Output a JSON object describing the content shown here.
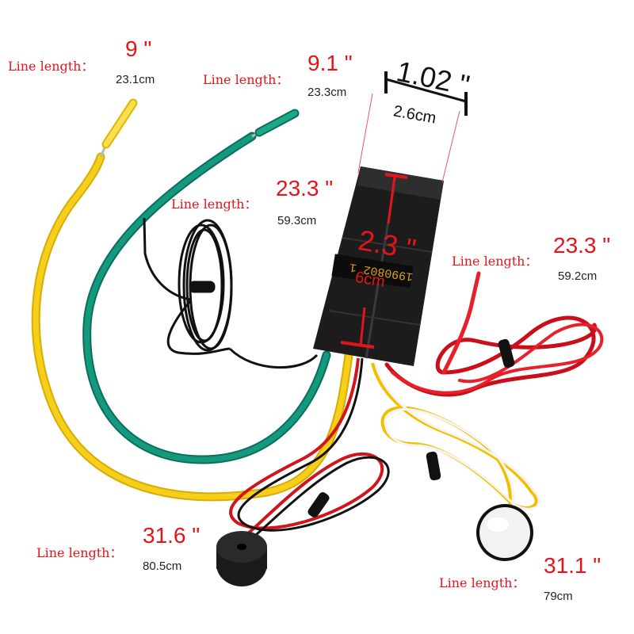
{
  "colors": {
    "label_red": "#e3151a",
    "wire_yellow": "#f2c514",
    "wire_green": "#0f8f76",
    "wire_red": "#e51c24",
    "wire_black": "#111111",
    "module_body": "#1c1c1c"
  },
  "module": {
    "serial": "1990802 1",
    "width_inch": "1.02 \"",
    "width_cm": "2.6cm",
    "length_inch": "2.3 \"",
    "length_cm": "6cm"
  },
  "labels": [
    {
      "id": "yellow",
      "prefix": "Line length：",
      "inches": "9 \"",
      "cm": "23.1cm"
    },
    {
      "id": "green",
      "prefix": "Line length：",
      "inches": "9.1 \"",
      "cm": "23.3cm"
    },
    {
      "id": "black",
      "prefix": "Line length：",
      "inches": "23.3 \"",
      "cm": "59.3cm"
    },
    {
      "id": "red",
      "prefix": "Line length：",
      "inches": "23.3 \"",
      "cm": "59.2cm"
    },
    {
      "id": "buzzer",
      "prefix": "Line length：",
      "inches": "31.6 \"",
      "cm": "80.5cm"
    },
    {
      "id": "sensor",
      "prefix": "Line length：",
      "inches": "31.1 \"",
      "cm": "79cm"
    }
  ]
}
